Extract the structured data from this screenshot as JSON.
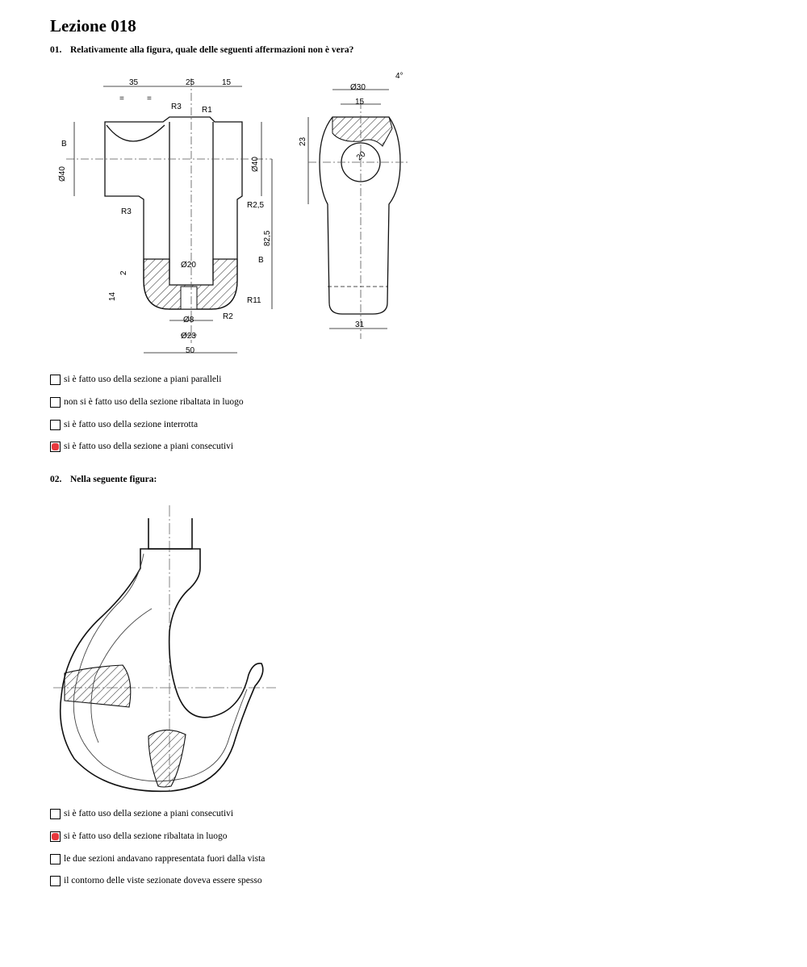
{
  "page": {
    "title": "Lezione 018"
  },
  "questions": [
    {
      "number": "01.",
      "text": "Relativamente alla figura, quale delle seguenti affermazioni non è vera?",
      "figure_labels": {
        "d35": "35",
        "d25": "25",
        "d15a": "15",
        "eq1": "=",
        "eq2": "=",
        "r3a": "R3",
        "r1": "R1",
        "B1": "B",
        "d40a": "Ø40",
        "d40b": "Ø40",
        "r3b": "R3",
        "r25": "R2,5",
        "d825": "82,5",
        "B2": "B",
        "d2": "2",
        "d20a": "Ø20",
        "d14": "14",
        "r11": "R11",
        "r2": "R2",
        "d8": "Ø8",
        "d23b": "Ø23",
        "d50": "50",
        "d30": "Ø30",
        "deg4": "4°",
        "d15b": "15",
        "d23a": "23",
        "d20b": "20",
        "d31": "31"
      },
      "options": [
        {
          "label": "si è fatto uso della sezione a piani paralleli",
          "checked": false
        },
        {
          "label": "non si è fatto uso della sezione ribaltata in luogo",
          "checked": false
        },
        {
          "label": "si è fatto uso della sezione interrotta",
          "checked": false
        },
        {
          "label": "si è fatto uso della sezione a piani consecutivi",
          "checked": true
        }
      ]
    },
    {
      "number": "02.",
      "text": "Nella seguente figura:",
      "options": [
        {
          "label": "si è fatto uso della sezione a piani consecutivi",
          "checked": false
        },
        {
          "label": "si è fatto uso della sezione ribaltata in luogo",
          "checked": true
        },
        {
          "label": "le due sezioni andavano rappresentata fuori dalla vista",
          "checked": false
        },
        {
          "label": "il contorno delle viste sezionate doveva essere spesso",
          "checked": false
        }
      ]
    }
  ]
}
